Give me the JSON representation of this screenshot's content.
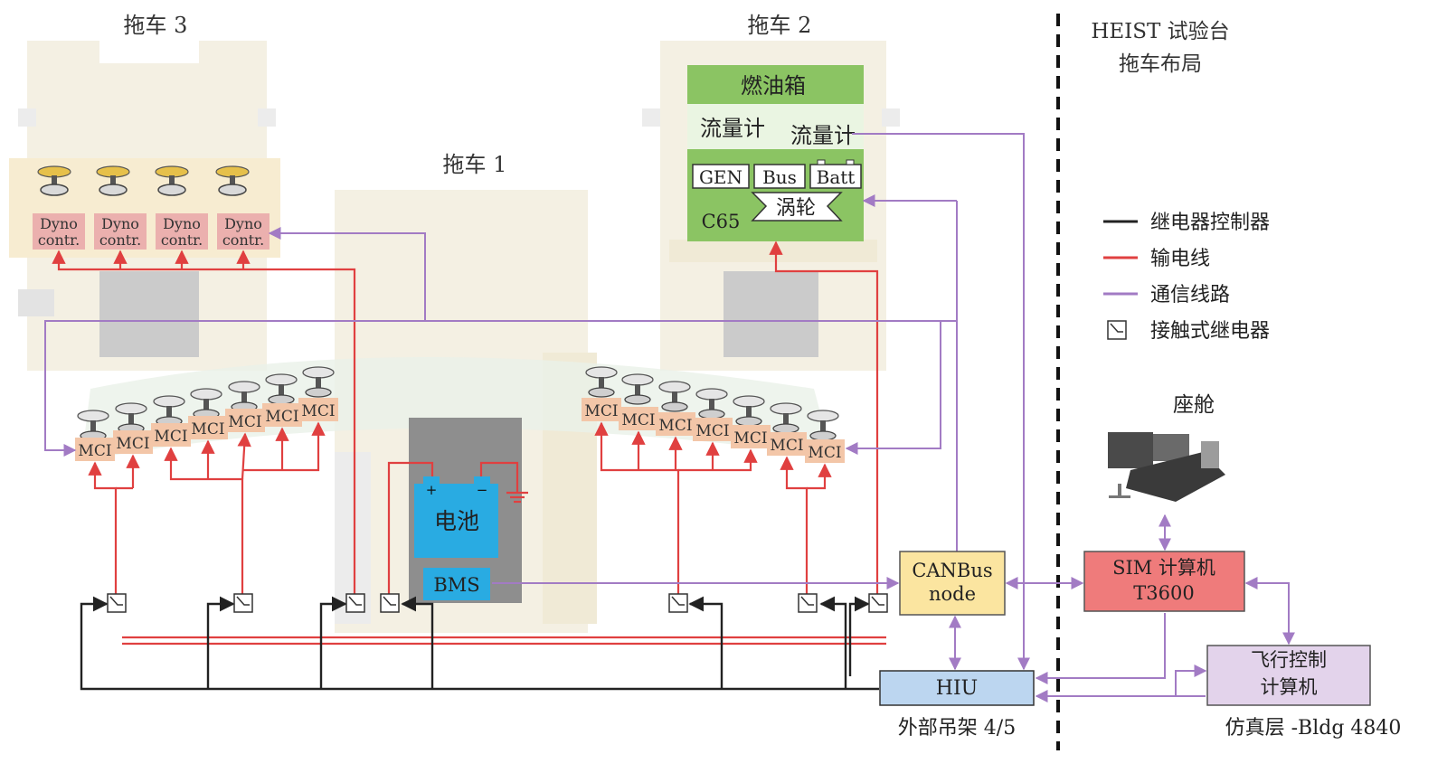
{
  "labels": {
    "trailer3": "拖车 3",
    "trailer2": "拖车 2",
    "trailer1": "拖车 1",
    "heist_title_line1": "HEIST 试验台",
    "heist_title_line2": "拖车布局",
    "fuel_tank": "燃油箱",
    "flowmeter_left": "流量计",
    "flowmeter_right": "流量计",
    "gen": "GEN",
    "bus": "Bus",
    "batt": "Batt",
    "turbine": "涡轮",
    "c65": "C65",
    "dyno_line1": "Dyno",
    "dyno_line2": "contr.",
    "mci": "MCI",
    "battery": "电池",
    "bms": "BMS",
    "canbus_line1": "CANBus",
    "canbus_line2": "node",
    "hiu": "HIU",
    "sim_line1": "SIM 计算机",
    "sim_line2": "T3600",
    "fcc_line1": "飞行控制",
    "fcc_line2": "计算机",
    "cockpit": "座舱",
    "external_rack": "外部吊架 4/5",
    "sim_layer": "仿真层 -Bldg 4840",
    "plus": "+",
    "minus": "−"
  },
  "legend": {
    "items": [
      {
        "label": "继电器控制器",
        "color": "#222222",
        "kind": "line"
      },
      {
        "label": "输电线",
        "color": "#e04040",
        "kind": "line"
      },
      {
        "label": "通信线路",
        "color": "#a27bc4",
        "kind": "line"
      },
      {
        "label": "接触式继电器",
        "color": "#333333",
        "kind": "relay"
      }
    ]
  },
  "colors": {
    "power": "#e04040",
    "comm": "#a27bc4",
    "control": "#222222",
    "green": "#8bc463",
    "dyno_box": "#ebb0ae",
    "mci_box": "#f3c6a8",
    "battery": "#29abe2",
    "canbus": "#fbe5a0",
    "hiu": "#bcd6f0",
    "sim": "#ef7b7b",
    "fcc": "#e3d3eb"
  }
}
